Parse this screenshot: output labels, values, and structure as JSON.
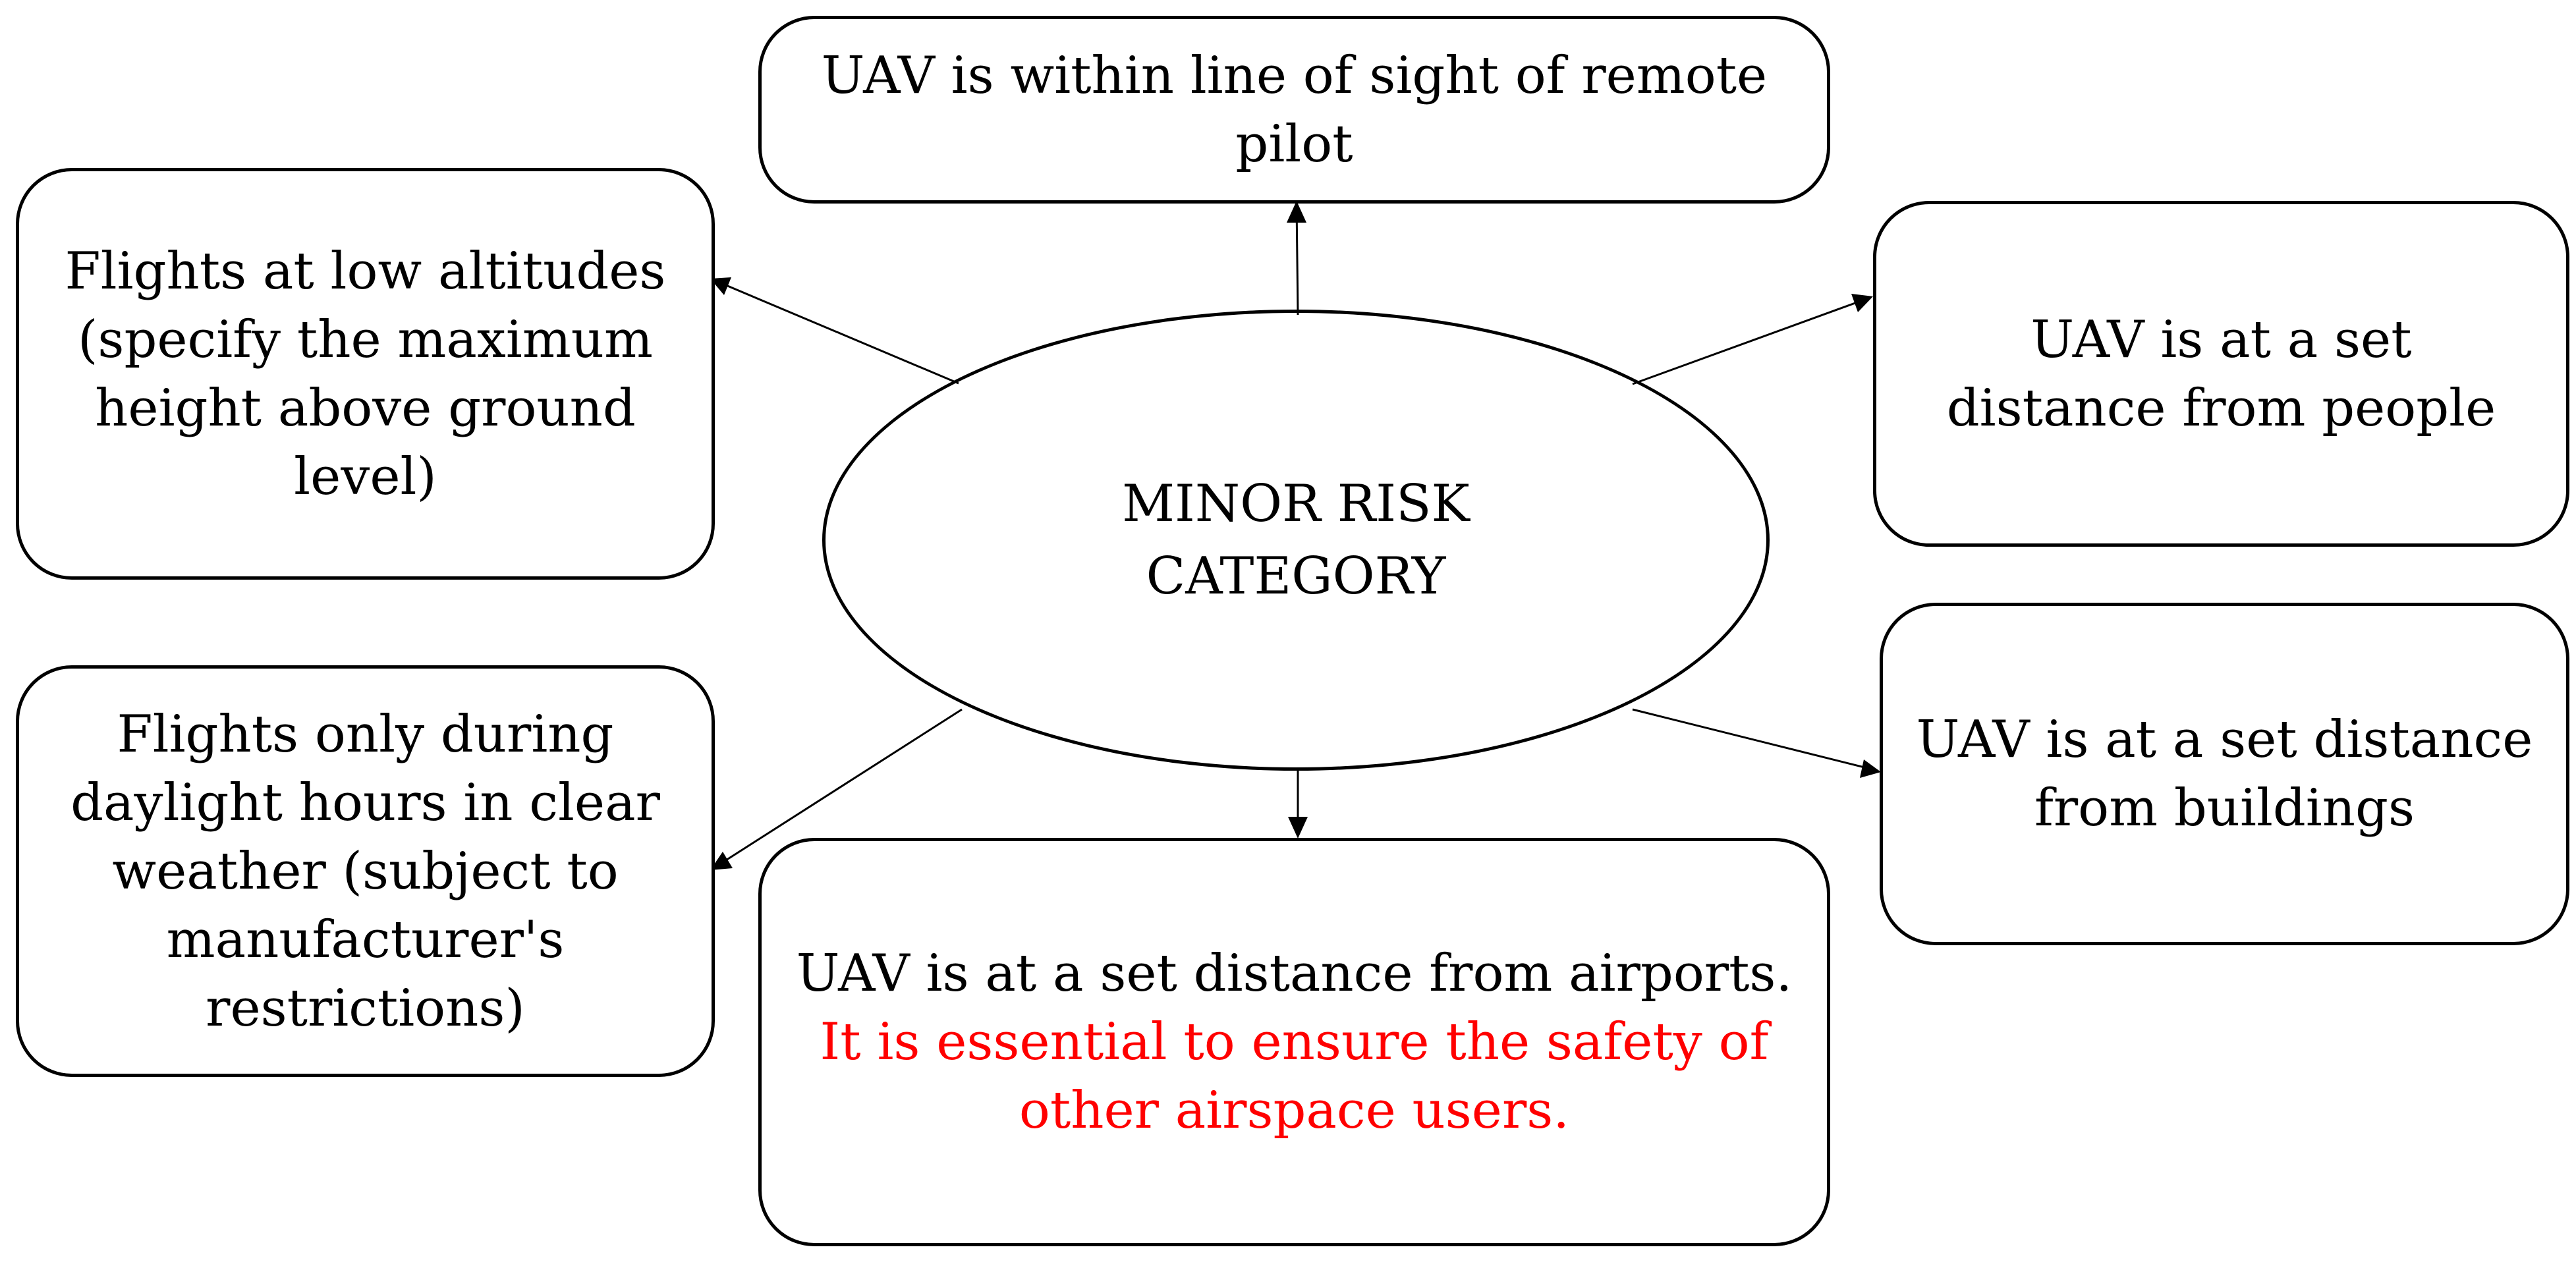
{
  "center": {
    "lines": [
      "MINOR RISK",
      "CATEGORY"
    ]
  },
  "nodes": {
    "top": {
      "lines": [
        "UAV is within line of sight of remote pilot"
      ]
    },
    "top_left": {
      "lines": [
        "Flights at low altitudes",
        "(specify the maximum",
        "height above ground",
        "level)"
      ]
    },
    "top_right": {
      "lines": [
        "UAV is at a set",
        "distance from people"
      ]
    },
    "bottom_left": {
      "lines": [
        "Flights only during",
        "daylight hours in clear",
        "weather (subject to",
        "manufacturer's",
        "restrictions)"
      ]
    },
    "bottom_right": {
      "lines": [
        "UAV is at a set distance",
        "from buildings"
      ]
    },
    "bottom": {
      "lines": [
        "UAV is at a set distance from airports."
      ],
      "highlight_lines": [
        "It is essential to ensure the safety of",
        "other airspace users."
      ],
      "highlight_color": "#ff0000"
    }
  }
}
